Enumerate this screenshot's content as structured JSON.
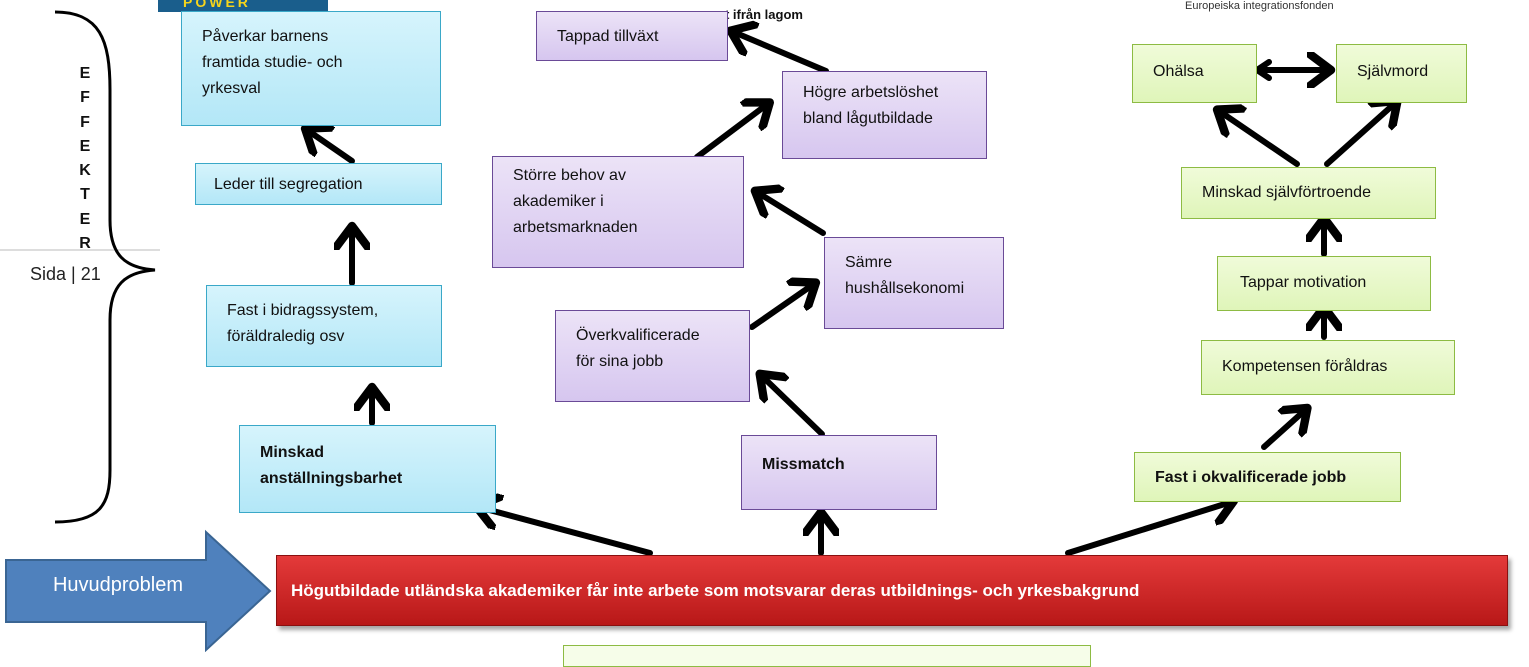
{
  "header": {
    "logo_text": "POWER",
    "center_fragment": "gt ifrån lagom",
    "right_fragment": "Europeiska integrationsfonden"
  },
  "page_number": "Sida | 21",
  "effects_letters": [
    "E",
    "F",
    "F",
    "E",
    "K",
    "T",
    "E",
    "R"
  ],
  "main_arrow": {
    "label": "Huvudproblem",
    "color": "#4f81bd"
  },
  "main_problem": {
    "text": "Högutbildade utländska akademiker får inte arbete som motsvarar deras utbildnings- och yrkesbakgrund",
    "color": "#c0262a"
  },
  "colors": {
    "blue": "#b7e8f7",
    "purple": "#d9c9f0",
    "green": "#e3f6c0",
    "arrow": "#000000"
  },
  "left_column": {
    "root": "Minskad\nanställningsbarhet",
    "chain": [
      "Fast i bidragssystem,\nföräldraledig osv",
      "Leder till segregation",
      "Påverkar barnens\nframtida studie- och\nyrkesval"
    ]
  },
  "middle_column": {
    "root": "Missmatch",
    "overkvalificerade": "Överkvalificerade\nför sina jobb",
    "samre": "Sämre\nhushållsekonomi",
    "storre": "Större behov av\nakademiker i\narbetsmarknaden",
    "hogre": "Högre arbetslöshet\nbland lågutbildade",
    "tappad": "Tappad tillväxt"
  },
  "right_column": {
    "root": "Fast i okvalificerade jobb",
    "kompetens": "Kompetensen föråldras",
    "motivation": "Tappar motivation",
    "sjalvfortroende": "Minskad självförtroende",
    "ohalsa": "Ohälsa",
    "sjalvmord": "Självmord"
  }
}
